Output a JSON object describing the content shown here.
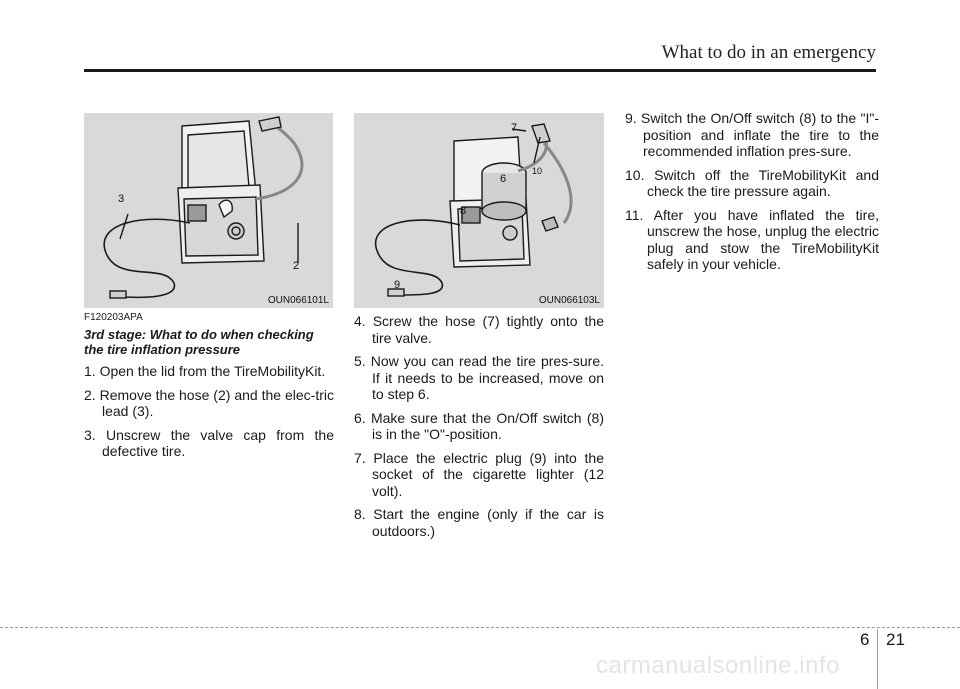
{
  "header": {
    "section_title": "What to do in an emergency"
  },
  "figures": [
    {
      "code": "OUN066101L",
      "callouts": [
        "3",
        "2"
      ]
    },
    {
      "code": "OUN066103L",
      "callouts": [
        "7",
        "10",
        "6",
        "8",
        "9"
      ]
    }
  ],
  "content": {
    "reference": "F120203APA",
    "subheading": "3rd stage: What to do when checking the tire inflation pressure",
    "steps": [
      "1. Open the lid from the TireMobilityKit.",
      "2. Remove the hose (2) and the elec-tric lead (3).",
      "3. Unscrew the valve cap from the defective tire.",
      "4. Screw the hose (7) tightly onto the tire valve.",
      "5. Now you can read the tire pres-sure. If it needs to be increased, move on to step 6.",
      "6. Make sure that the On/Off switch (8) is in the \"O\"-position.",
      "7. Place the electric plug (9) into the socket of the cigarette lighter (12 volt).",
      "8. Start the engine (only if the car is outdoors.)",
      "9. Switch the On/Off switch (8) to the \"I\"-position and inflate the tire to the recommended inflation pres-sure.",
      "10. Switch off the TireMobilityKit and check the tire pressure again.",
      "11. After you have inflated the tire, unscrew the hose, unplug the electric plug and stow the TireMobilityKit safely in your vehicle."
    ]
  },
  "footer": {
    "chapter": "6",
    "page": "21",
    "watermark": "carmanualsonline.info"
  }
}
